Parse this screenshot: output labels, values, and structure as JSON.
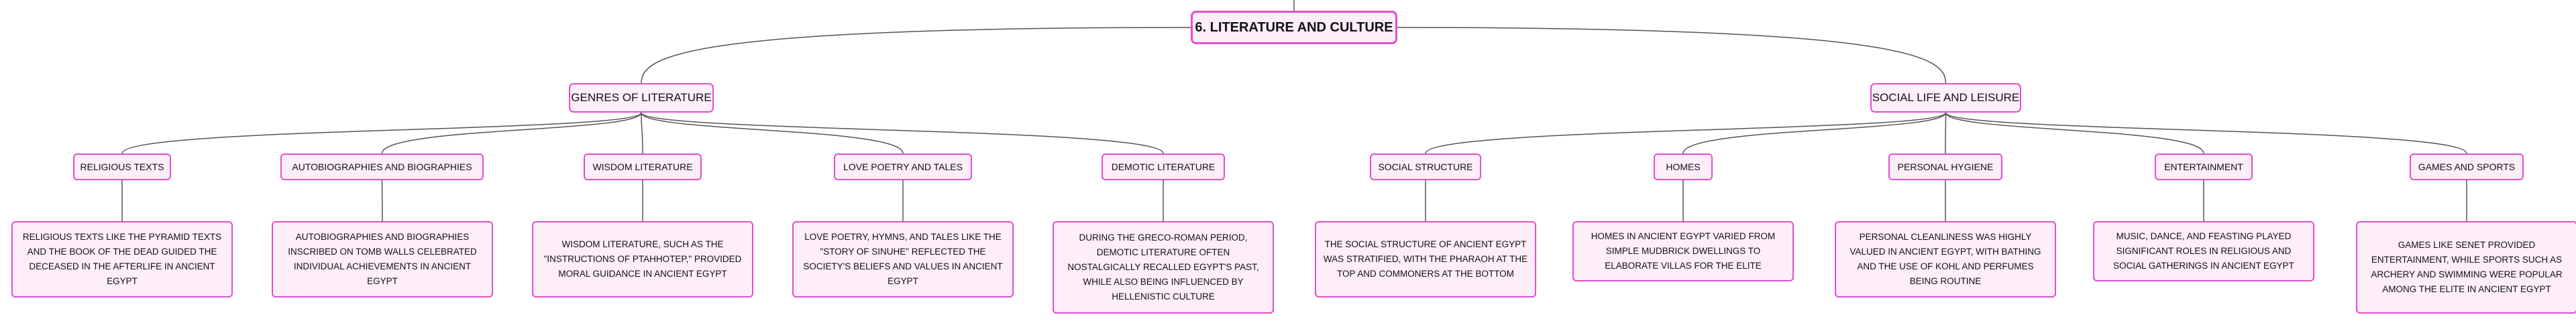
{
  "root": {
    "label": "6. LITERATURE AND CULTURE"
  },
  "branches": [
    {
      "label": "GENRES OF LITERATURE",
      "topics": [
        {
          "label": "RELIGIOUS TEXTS",
          "description": "RELIGIOUS TEXTS LIKE THE PYRAMID TEXTS AND THE BOOK OF THE DEAD GUIDED THE DECEASED IN THE AFTERLIFE IN ANCIENT EGYPT"
        },
        {
          "label": "AUTOBIOGRAPHIES AND BIOGRAPHIES",
          "description": "AUTOBIOGRAPHIES AND BIOGRAPHIES INSCRIBED ON TOMB WALLS CELEBRATED INDIVIDUAL ACHIEVEMENTS IN ANCIENT EGYPT"
        },
        {
          "label": "WISDOM LITERATURE",
          "description": "WISDOM LITERATURE, SUCH AS THE \"INSTRUCTIONS OF PTAHHOTEP,\" PROVIDED MORAL GUIDANCE IN ANCIENT EGYPT"
        },
        {
          "label": "LOVE POETRY AND TALES",
          "description": "LOVE POETRY, HYMNS, AND TALES LIKE THE \"STORY OF SINUHE\" REFLECTED THE SOCIETY'S BELIEFS AND VALUES IN ANCIENT EGYPT"
        },
        {
          "label": "DEMOTIC LITERATURE",
          "description": "DURING THE GRECO-ROMAN PERIOD, DEMOTIC LITERATURE OFTEN NOSTALGICALLY RECALLED EGYPT'S PAST, WHILE ALSO BEING INFLUENCED BY HELLENISTIC CULTURE"
        }
      ]
    },
    {
      "label": "SOCIAL LIFE AND LEISURE",
      "topics": [
        {
          "label": "SOCIAL STRUCTURE",
          "description": "THE SOCIAL STRUCTURE OF ANCIENT EGYPT WAS STRATIFIED, WITH THE PHARAOH AT THE TOP AND COMMONERS AT THE BOTTOM"
        },
        {
          "label": "HOMES",
          "description": "HOMES IN ANCIENT EGYPT VARIED FROM SIMPLE MUDBRICK DWELLINGS TO ELABORATE VILLAS FOR THE ELITE"
        },
        {
          "label": "PERSONAL HYGIENE",
          "description": "PERSONAL CLEANLINESS WAS HIGHLY VALUED IN ANCIENT EGYPT, WITH BATHING AND THE USE OF KOHL AND PERFUMES BEING ROUTINE"
        },
        {
          "label": "ENTERTAINMENT",
          "description": "MUSIC, DANCE, AND FEASTING PLAYED SIGNIFICANT ROLES IN RELIGIOUS AND SOCIAL GATHERINGS IN ANCIENT EGYPT"
        },
        {
          "label": "GAMES AND SPORTS",
          "description": "GAMES LIKE SENET PROVIDED ENTERTAINMENT, WHILE SPORTS SUCH AS ARCHERY AND SWIMMING WERE POPULAR AMONG THE ELITE IN ANCIENT EGYPT"
        }
      ]
    }
  ],
  "colors": {
    "border": "#e04fcf",
    "fill": "#fdeefa",
    "line": "#555555"
  }
}
